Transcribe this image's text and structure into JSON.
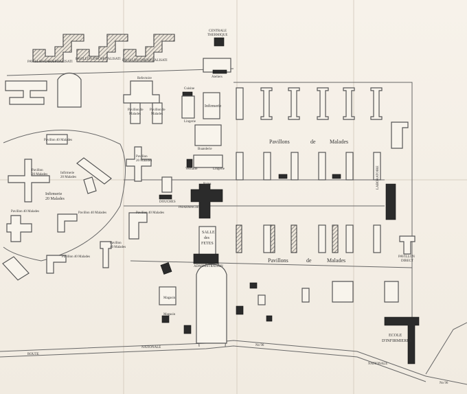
{
  "map": {
    "labels": {
      "pav_hosp_1": "PAVILLON D'HOSPITALISATI",
      "pav_hosp_2": "PAVILLON D'HOSPITALISATI",
      "pav_hosp_3": "PAVILLON D'HOSPITALISATI",
      "centrale_1": "CENTRALE",
      "centrale_2": "THERMIQUE",
      "ateliers": "Ateliers",
      "refectoire": "Refectoire",
      "pav_malades_a1": "Pavillon de",
      "pav_malades_a2": "Malades",
      "pav_malades_b1": "Pavillon de",
      "pav_malades_b2": "Malades",
      "cuisine": "Cuisine",
      "lingerie": "Lingerie",
      "infirmerie_top": "Infirmerie",
      "buanderie": "Buanderie",
      "pav_malades_head_1": "Pavillons",
      "pav_malades_head_2": "de",
      "pav_malades_head_3": "Malades",
      "pav_40_a": "Pavillon 40 Malades",
      "pav_20_left1": "Pavillon",
      "pav_20_left2": "20 Malades",
      "pav_20_mid1": "Pavillon",
      "pav_20_mid2": "20 Malades",
      "infirm_20_1": "Infirmerie",
      "infirm_20_2": "20 Malades",
      "infirm_20b_1": "Infirmerie",
      "infirm_20b_2": "20 Malades",
      "vestiaire": "Vestiaire",
      "lingerie2": "Lingerie",
      "bains": "Bains",
      "pharmacie": "PHARMACIE",
      "douches": "DOUCHES",
      "pav_40_b": "Pavillon 40 Malades",
      "pav_40_c": "Pavillon 40 Malades",
      "pav_40_d": "Pavillon 40 Malades",
      "pav_40_e1": "Pavillon",
      "pav_40_e2": "40 Malades",
      "pav_40_f": "Pavillon 40 Malades",
      "salle_1": "SALLE",
      "salle_2": "des",
      "salle_3": "FETES",
      "administration": "ADMINISTRATION",
      "pav_bottom_1": "Pavillons",
      "pav_bottom_2": "de",
      "pav_bottom_3": "Malades",
      "laboratoire": "LABORATOIRE",
      "pav_direct_1": "PAVILLON",
      "pav_direct_2": "DIRECT",
      "magasin": "Magasin",
      "magasin2": "Magasin",
      "ecole_1": "ECOLE",
      "ecole_2": "D'INFIRMIERES",
      "route_1": "ROUTE",
      "route_2": "NATIONALE",
      "route_3": "No 96",
      "route_4": "NATIONALE",
      "route_5": "No 96"
    }
  }
}
